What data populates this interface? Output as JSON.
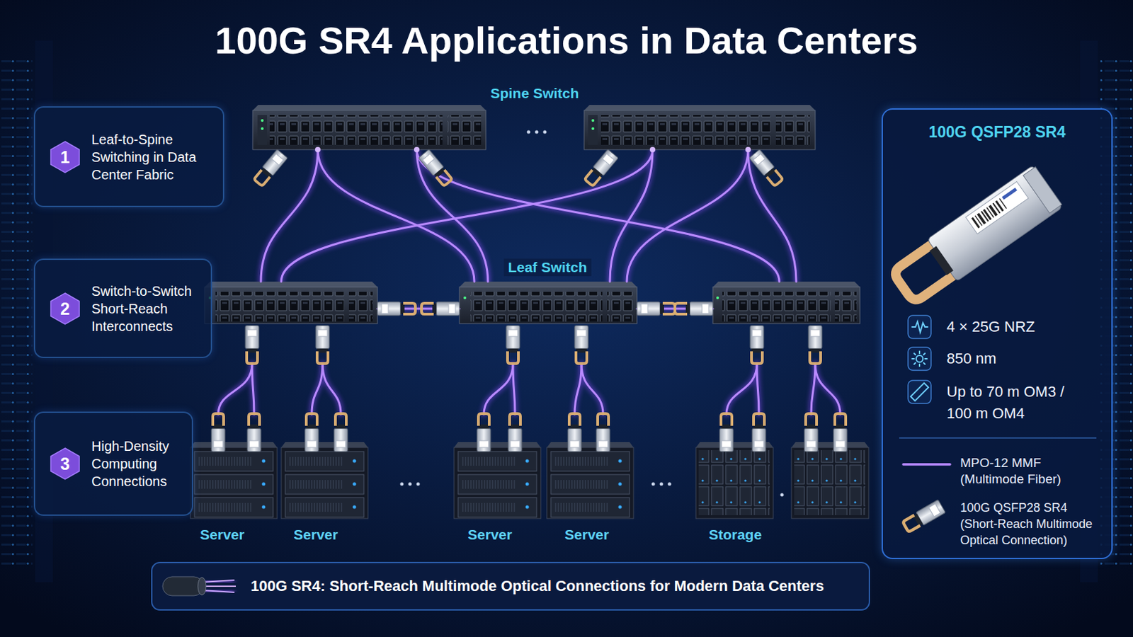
{
  "diagram": {
    "title": "100G SR4 Applications in Data Centers",
    "caption": "100G SR4: Short-Reach Multimode Optical Connections for Modern Data Centers",
    "nodes": [
      {
        "text": [
          "Leaf-to-Spine Switching in Data Center Fabric"
        ]
      },
      {
        "text": [
          "1"
        ],
        "in": 0
      },
      {
        "text": [
          "Switch-to-Switch Short-Reach Interconnects"
        ]
      },
      {
        "text": [
          "2"
        ],
        "in": 2
      },
      {
        "text": [
          "High-Density Computing Connections"
        ]
      },
      {
        "text": [
          "3"
        ],
        "in": 4
      },
      {
        "text": [
          "Server"
        ]
      },
      {
        "text": [
          "Server"
        ]
      },
      {
        "text": [
          "Server"
        ]
      },
      {
        "text": [
          "Server"
        ]
      },
      {
        "text": [
          "Storage"
        ]
      },
      {
        "text": [
          "100G QSFP28 SR4",
          "4 × 25G NRZ",
          "850 nm",
          "Up to 70 m OM3 / 100 m OM4"
        ]
      }
    ],
    "labels": [
      "Spine Switch",
      "Leaf Switch"
    ],
    "legend": [
      {
        "text": "MPO-12 MMF (Multimode Fiber)"
      },
      {
        "text": "100G QSFP28 SR4 (Short-Reach Multimode Optical Connection)"
      }
    ]
  }
}
